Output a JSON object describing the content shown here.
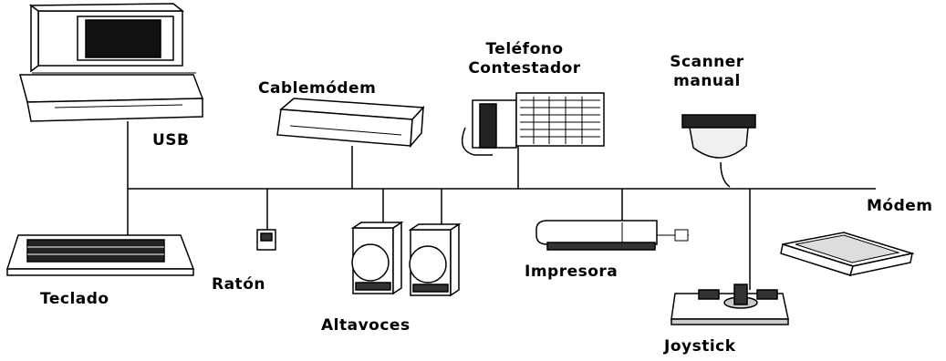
{
  "labels": {
    "usb": "USB",
    "cablemodem": "Cablemódem",
    "telefono_line1": "Teléfono",
    "telefono_line2": "Contestador",
    "scanner_line1": "Scanner",
    "scanner_line2": "manual",
    "modem": "Módem",
    "teclado": "Teclado",
    "raton": "Ratón",
    "altavoces": "Altavoces",
    "impresora": "Impresora",
    "joystick": "Joystick"
  }
}
